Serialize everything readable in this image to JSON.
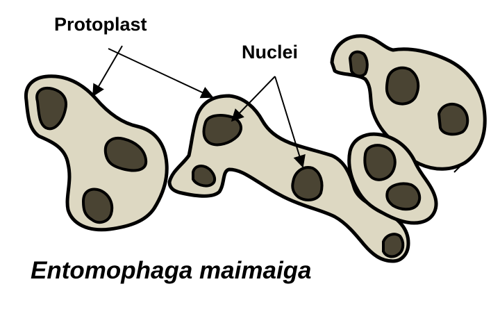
{
  "labels": {
    "protoplast": "Protoplast",
    "nuclei": "Nuclei",
    "species": "Entomophaga maimaiga"
  },
  "colors": {
    "cytoplasm": "#ddd8c2",
    "nucleus": "#4a4433",
    "outline": "#000000",
    "background": "#ffffff"
  }
}
